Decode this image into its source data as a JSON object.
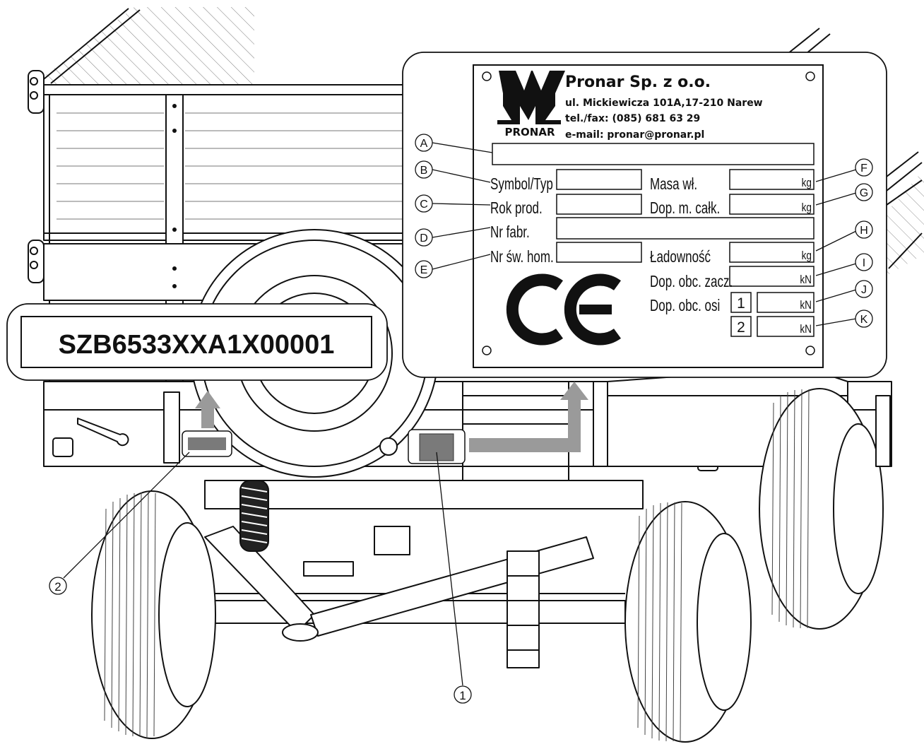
{
  "plate": {
    "company": "Pronar Sp. z o.o.",
    "address": "ul. Mickiewicza 101A,17-210 Narew",
    "phone": "tel./fax: (085) 681 63 29",
    "email": "e-mail: pronar@pronar.pl",
    "logo_text": "PRONAR",
    "ce_mark": "CE",
    "fields": {
      "symbol": "Symbol/Typ",
      "year": "Rok prod.",
      "serial": "Nr fabr.",
      "homologation": "Nr św. hom.",
      "tare_mass": "Masa wł.",
      "gross_mass": "Dop. m. całk.",
      "payload": "Ładowność",
      "hitch_load": "Dop. obc. zacz.",
      "axle_load": "Dop. obc. osi"
    },
    "axle_numbers": [
      "1",
      "2"
    ],
    "units": {
      "kg": "kg",
      "kn": "kN"
    }
  },
  "vin_label": {
    "text": "SZB6533XXA1X00001"
  },
  "callouts": {
    "letters": [
      "A",
      "B",
      "C",
      "D",
      "E",
      "F",
      "G",
      "H",
      "I",
      "J",
      "K"
    ],
    "numbers": [
      "1",
      "2"
    ]
  },
  "colors": {
    "arrow": "#9a9a9a",
    "label_fill": "#7a7a7a",
    "line": "#111111"
  }
}
